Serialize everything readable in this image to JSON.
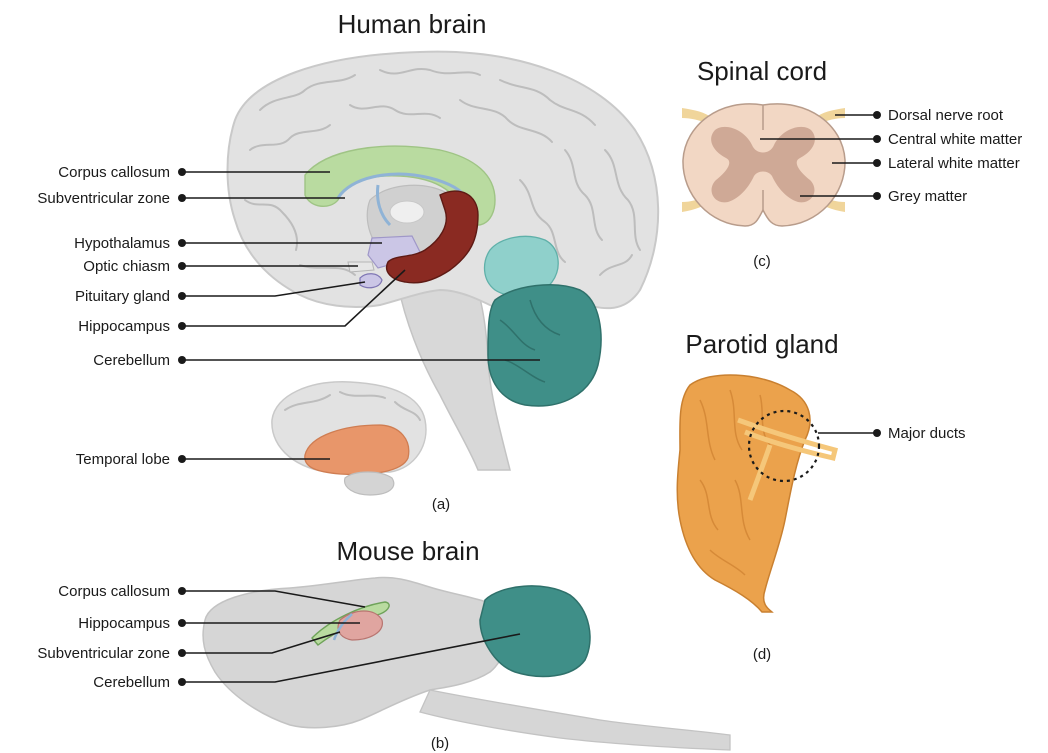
{
  "titles": {
    "human_brain": "Human brain",
    "spinal_cord": "Spinal cord",
    "parotid_gland": "Parotid gland",
    "mouse_brain": "Mouse brain"
  },
  "captions": {
    "a": "(a)",
    "b": "(b)",
    "c": "(c)",
    "d": "(d)"
  },
  "human_labels": {
    "corpus_callosum": "Corpus callosum",
    "subventricular_zone": "Subventricular zone",
    "hypothalamus": "Hypothalamus",
    "optic_chiasm": "Optic chiasm",
    "pituitary_gland": "Pituitary gland",
    "hippocampus": "Hippocampus",
    "cerebellum": "Cerebellum",
    "temporal_lobe": "Temporal lobe"
  },
  "mouse_labels": {
    "corpus_callosum": "Corpus callosum",
    "hippocampus": "Hippocampus",
    "subventricular_zone": "Subventricular zone",
    "cerebellum": "Cerebellum"
  },
  "spinal_labels": {
    "dorsal_nerve_root": "Dorsal nerve root",
    "central_white_matter": "Central white matter",
    "lateral_white_matter": "Lateral white matter",
    "grey_matter": "Grey matter"
  },
  "parotid_labels": {
    "major_ducts": "Major ducts"
  },
  "colors": {
    "cortex": "#e2e2e2",
    "corpus_callosum": "#b9dba0",
    "ventricle_line": "#8fb3d6",
    "hypothalamus": "#cbc6e6",
    "hippocampus": "#8a2a22",
    "cerebellum": "#3f8f88",
    "cerebellum_light": "#8fd0cb",
    "temporal_lobe": "#e8966a",
    "spinal_white": "#f2d7c4",
    "spinal_grey": "#cfa996",
    "nerve_root": "#f0d59b",
    "parotid": "#eba24c",
    "mouse_hippocampus": "#e0a5a0"
  }
}
